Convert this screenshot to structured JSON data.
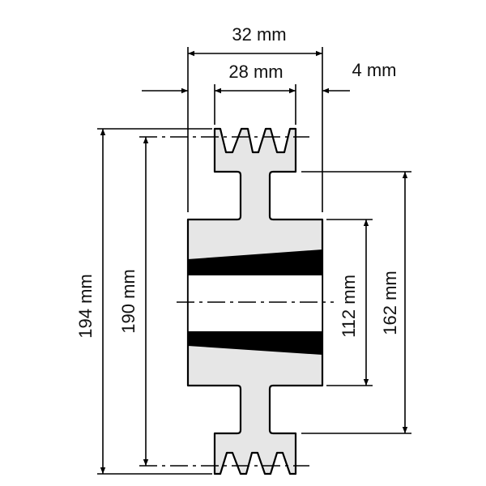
{
  "drawing": {
    "title": "Pulley dimension drawing",
    "colors": {
      "fill": "#e6e6e6",
      "line": "#000000",
      "band": "#000000"
    },
    "dimensions": {
      "overall_width": "32 mm",
      "rim_width": "28 mm",
      "offset": "4 mm",
      "outer_diameter": "194 mm",
      "pitch_diameter": "190 mm",
      "hub_diameter": "112 mm",
      "web_diameter": "162 mm"
    }
  }
}
